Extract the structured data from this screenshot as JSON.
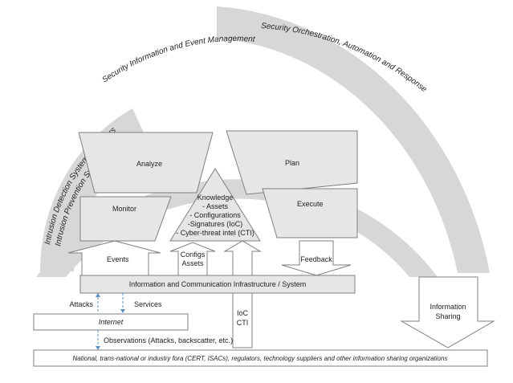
{
  "arcs": {
    "soar": "Security Orchestration, Automation and Response",
    "siem": "Security Information and Event Management",
    "ids_line1": "Intrusion Detection Systems / sensors",
    "ids_line2": "Intrusion Prevention Systems"
  },
  "mape": {
    "analyze": "Analyze",
    "plan": "Plan",
    "monitor": "Monitor",
    "execute": "Execute"
  },
  "knowledge": {
    "title": "Knowledge",
    "items": [
      "- Assets",
      "- Configurations",
      "-Signatures (IoC)",
      "- Cyber-threat intel (CTI)"
    ]
  },
  "arrows": {
    "events": "Events",
    "configs_line1": "Configs",
    "configs_line2": "Assets",
    "feedback": "Feedback",
    "ioc_line1": "IoC",
    "ioc_line2": "CTI",
    "sharing_line1": "Information",
    "sharing_line2": "Sharing"
  },
  "infrastructure": "Information and Communication Infrastructure / System",
  "attacks": "Attacks",
  "services": "Services",
  "internet": "Internet",
  "observations": "Observations (Attacks, backscatter, etc.)",
  "fora": "National, trans-national or industry fora (CERT, ISACs), regulators, technology suppliers and other information sharing organizations",
  "colors": {
    "arc_fill": "#d7d7d7",
    "box_fill": "#e6e6e6",
    "border": "#7f7f7f",
    "dashed_link": "#5b8ec9"
  }
}
